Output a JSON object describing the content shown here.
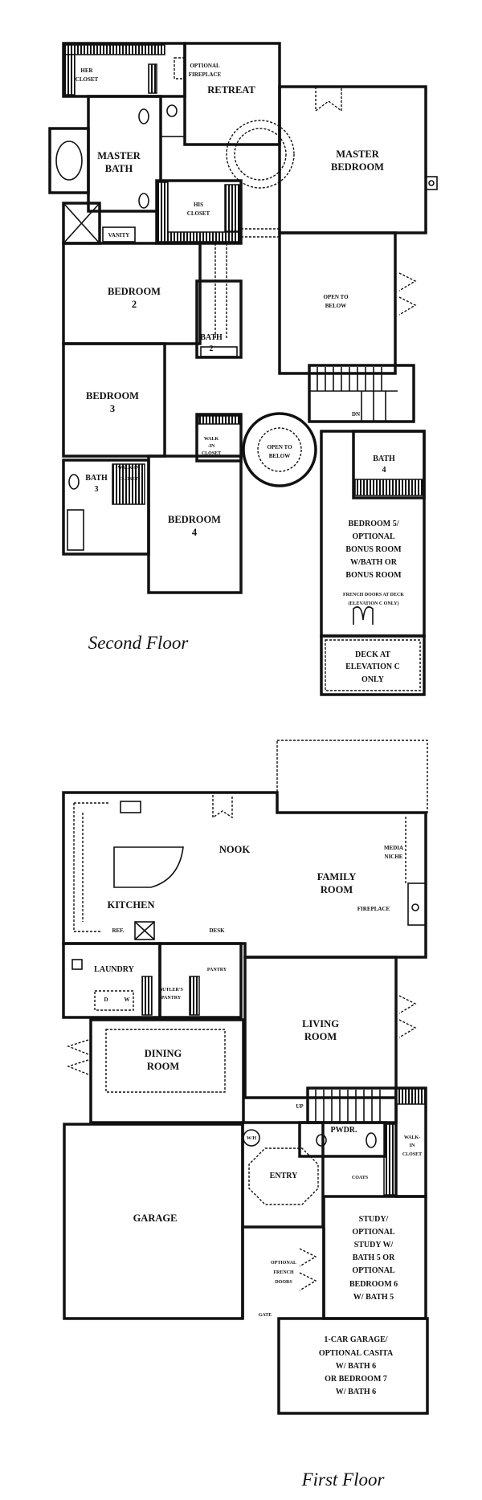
{
  "second_floor": {
    "title": "Second Floor",
    "her_closet": [
      "HER",
      "CLOSET"
    ],
    "optional_fireplace": [
      "OPTIONAL",
      "FIREPLACE"
    ],
    "retreat": "RETREAT",
    "master_bedroom": [
      "MASTER",
      "BEDROOM"
    ],
    "master_bath": [
      "MASTER",
      "BATH"
    ],
    "vanity": "VANITY",
    "his_closet": [
      "HIS",
      "CLOSET"
    ],
    "bedroom2": [
      "BEDROOM",
      "2"
    ],
    "bath2": [
      "BATH",
      "2"
    ],
    "open_to_below_upper": [
      "OPEN TO",
      "BELOW"
    ],
    "bedroom3": [
      "BEDROOM",
      "3"
    ],
    "dn": "DN",
    "walk_in_closet_a": [
      "WALK",
      "-IN",
      "CLOSET"
    ],
    "open_to_below_round": [
      "OPEN TO",
      "BELOW"
    ],
    "bath4": [
      "BATH",
      "4"
    ],
    "bath3": [
      "BATH",
      "3"
    ],
    "walk_in_closet_b": [
      "WALK-IN",
      "CLOSET"
    ],
    "bedroom4": [
      "BEDROOM",
      "4"
    ],
    "bedroom5": [
      "BEDROOM 5/",
      "OPTIONAL",
      "BONUS ROOM",
      "W/BATH OR",
      "BONUS ROOM"
    ],
    "french_doors": [
      "FRENCH DOORS AT DECK",
      "(ELEVATION C ONLY)"
    ],
    "deck": [
      "DECK AT",
      "ELEVATION C",
      "ONLY"
    ]
  },
  "first_floor": {
    "title": "First Floor",
    "nook": "NOOK",
    "media_niche": [
      "MEDIA",
      "NICHE"
    ],
    "family_room": [
      "FAMILY",
      "ROOM"
    ],
    "kitchen": "KITCHEN",
    "fireplace": "FIREPLACE",
    "ref": "REF.",
    "desk": "DESK",
    "laundry": "LAUNDRY",
    "pantry": "PANTRY",
    "butlers_pantry": [
      "BUTLER'S",
      "PANTRY"
    ],
    "dryer": "D",
    "washer": "W",
    "living_room": [
      "LIVING",
      "ROOM"
    ],
    "dining_room": [
      "DINING",
      "ROOM"
    ],
    "up": "UP",
    "water_heater": "W/H",
    "powder": "PWDR.",
    "walk_in_closet": [
      "WALK-",
      "IN",
      "CLOSET"
    ],
    "entry": "ENTRY",
    "coats": "COATS",
    "garage": "GARAGE",
    "study": [
      "STUDY/",
      "OPTIONAL",
      "STUDY W/",
      "BATH 5 OR",
      "OPTIONAL",
      "BEDROOM 6",
      "W/ BATH 5"
    ],
    "optional_french_doors": [
      "OPTIONAL",
      "FRENCH",
      "DOORS"
    ],
    "gate": "GATE",
    "casita": [
      "1-CAR GARAGE/",
      "OPTIONAL CASITA",
      "W/ BATH 6",
      "OR BEDROOM 7",
      "W/ BATH 6"
    ]
  }
}
